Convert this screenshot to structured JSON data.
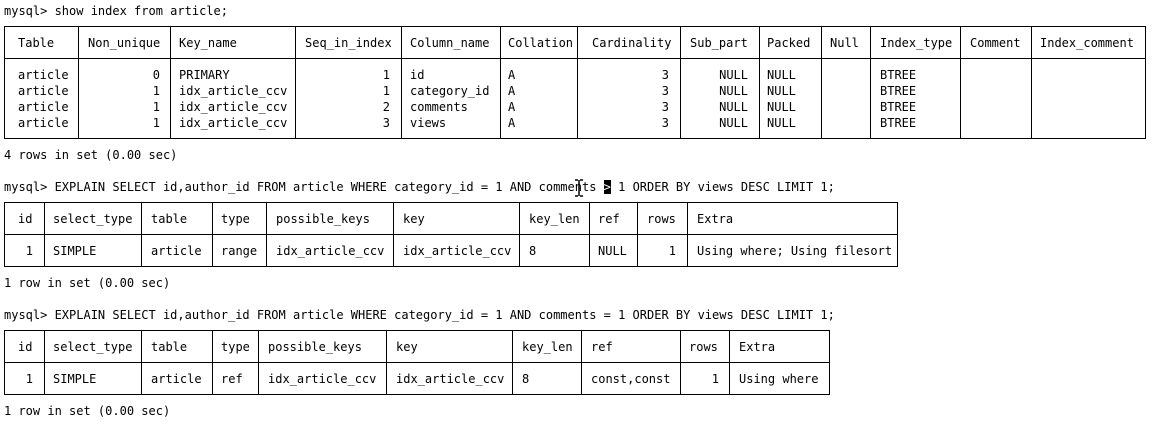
{
  "blocks": [
    {
      "prompt": "mysql> show index from article;",
      "headers": [
        "Table",
        "Non_unique",
        "Key_name",
        "Seq_in_index",
        "Column_name",
        "Collation",
        "Cardinality",
        "Sub_part",
        "Packed",
        "Null",
        "Index_type",
        "Comment",
        "Index_comment"
      ],
      "rows": [
        [
          "article",
          "0",
          "PRIMARY",
          "1",
          "id",
          "A",
          "3",
          "NULL",
          "NULL",
          "",
          "BTREE",
          "",
          ""
        ],
        [
          "article",
          "1",
          "idx_article_ccv",
          "1",
          "category_id",
          "A",
          "3",
          "NULL",
          "NULL",
          "",
          "BTREE",
          "",
          ""
        ],
        [
          "article",
          "1",
          "idx_article_ccv",
          "2",
          "comments",
          "A",
          "3",
          "NULL",
          "NULL",
          "",
          "BTREE",
          "",
          ""
        ],
        [
          "article",
          "1",
          "idx_article_ccv",
          "3",
          "views",
          "A",
          "3",
          "NULL",
          "NULL",
          "",
          "BTREE",
          "",
          ""
        ]
      ],
      "footer": "4 rows in set (0.00 sec)"
    },
    {
      "prompt_before": "mysql> EXPLAIN SELECT id,author_id FROM article WHERE category_id = 1 AND comments ",
      "prompt_selected": ">",
      "prompt_after": " 1 ORDER BY views DESC LIMIT 1;",
      "headers": [
        "id",
        "select_type",
        "table",
        "type",
        "possible_keys",
        "key",
        "key_len",
        "ref",
        "rows",
        "Extra"
      ],
      "rows": [
        [
          "1",
          "SIMPLE",
          "article",
          "range",
          "idx_article_ccv",
          "idx_article_ccv",
          "8",
          "NULL",
          "1",
          "Using where; Using filesort"
        ]
      ],
      "footer": "1 row in set (0.00 sec)"
    },
    {
      "prompt": "mysql> EXPLAIN SELECT id,author_id FROM article WHERE category_id = 1 AND comments = 1 ORDER BY views DESC LIMIT 1;",
      "headers": [
        "id",
        "select_type",
        "table",
        "type",
        "possible_keys",
        "key",
        "key_len",
        "ref",
        "rows",
        "Extra"
      ],
      "rows": [
        [
          "1",
          "SIMPLE",
          "article",
          "ref",
          "idx_article_ccv",
          "idx_article_ccv",
          "8",
          "const,const",
          "1",
          "Using where"
        ]
      ],
      "footer": "1 row in set (0.00 sec)"
    }
  ],
  "ui": {
    "cursor_icon": "text-cursor-ibeam-icon"
  }
}
